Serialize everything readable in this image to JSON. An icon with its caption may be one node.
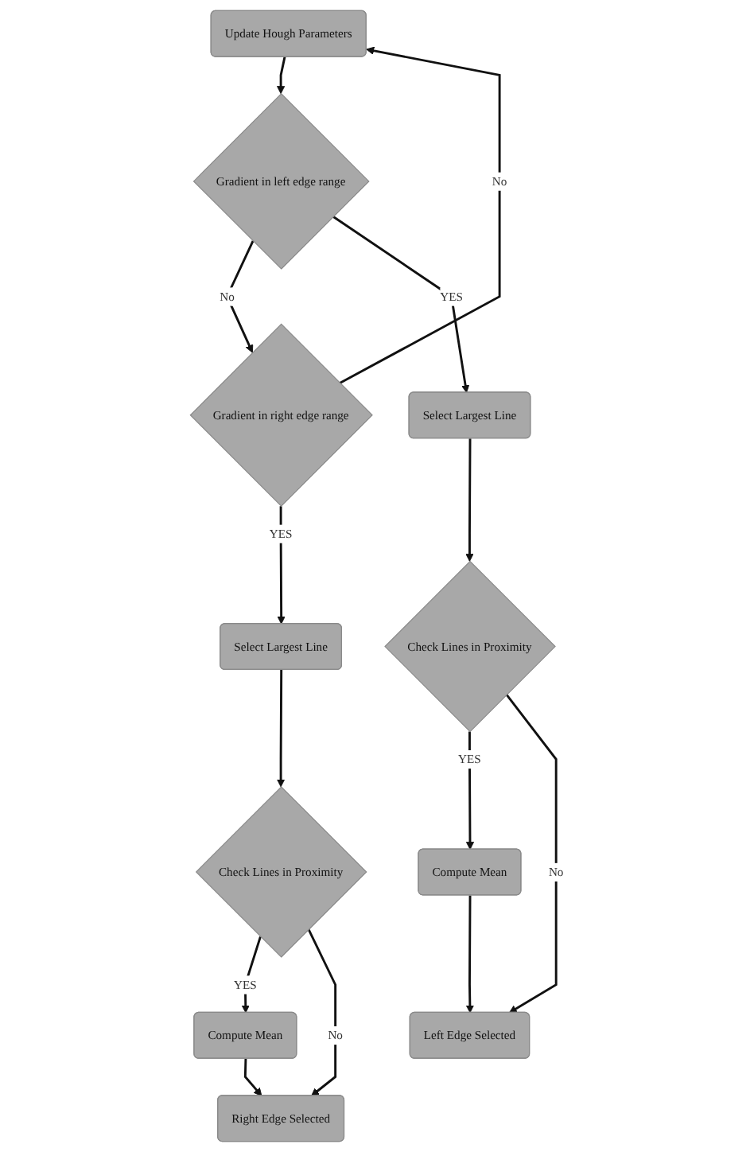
{
  "diagram": {
    "nodes": [
      {
        "text": [
          "Update Hough Parameters"
        ]
      },
      {
        "text": [
          "Gradient in left edge range"
        ]
      },
      {
        "text": [
          "Gradient in right edge range"
        ]
      },
      {
        "text": [
          "Select Largest Line"
        ]
      },
      {
        "text": [
          "Select Largest Line"
        ]
      },
      {
        "text": [
          "Check Lines in Proximity"
        ]
      },
      {
        "text": [
          "Check Lines in Proximity"
        ]
      },
      {
        "text": [
          "Compute Mean"
        ]
      },
      {
        "text": [
          "Compute Mean"
        ]
      },
      {
        "text": [
          "Left Edge Selected"
        ]
      },
      {
        "text": [
          "Right Edge Selected"
        ]
      }
    ],
    "edges": [
      {
        "from": 0,
        "to": 1,
        "arrow": "to"
      },
      {
        "from": 1,
        "to": 2,
        "arrow": "to",
        "label": "No"
      },
      {
        "from": 2,
        "to": 0,
        "arrow": "to",
        "label": "No"
      },
      {
        "from": 1,
        "to": 3,
        "arrow": "to",
        "label": "YES"
      },
      {
        "from": 2,
        "to": 4,
        "arrow": "to",
        "label": "YES"
      },
      {
        "from": 3,
        "to": 5,
        "arrow": "to"
      },
      {
        "from": 4,
        "to": 6,
        "arrow": "to"
      },
      {
        "from": 5,
        "to": 7,
        "arrow": "to",
        "label": "YES"
      },
      {
        "from": 6,
        "to": 8,
        "arrow": "to",
        "label": "YES"
      },
      {
        "from": 5,
        "to": 9,
        "arrow": "to",
        "label": "No"
      },
      {
        "from": 7,
        "to": 9,
        "arrow": "to"
      },
      {
        "from": 6,
        "to": 10,
        "arrow": "to",
        "label": "No"
      },
      {
        "from": 8,
        "to": 10,
        "arrow": "to"
      }
    ]
  }
}
